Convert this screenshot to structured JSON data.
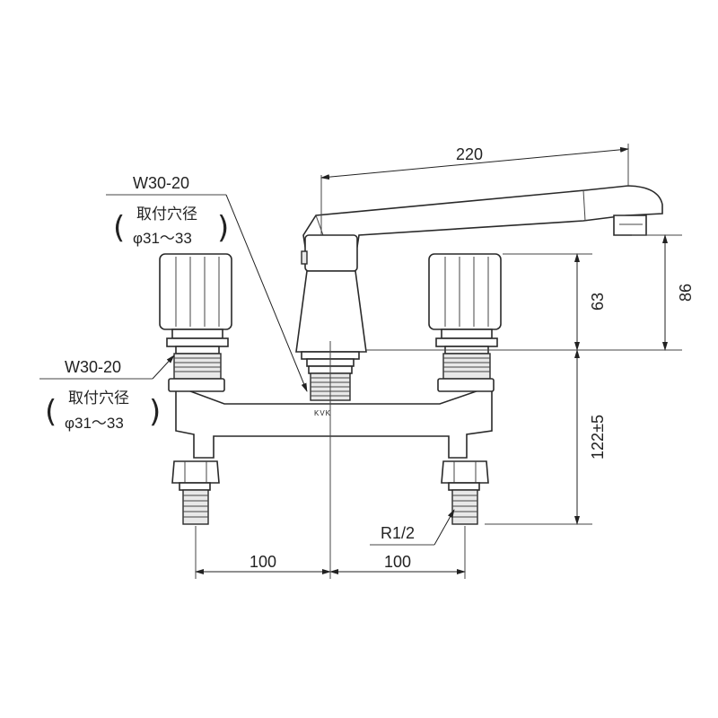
{
  "dimensions": {
    "spout_length": "220",
    "spout_height": "86",
    "handle_height": "63",
    "body_height": "122±5",
    "left_spacing": "100",
    "right_spacing": "100"
  },
  "callouts": {
    "upper_left": {
      "size": "W30-20",
      "mount_label": "取付穴径",
      "hole_range": "φ31～33"
    },
    "lower_left": {
      "size": "W30-20",
      "mount_label": "取付穴径",
      "hole_range": "φ31～33"
    },
    "pipe_thread": "R1/2"
  },
  "brand_mark": "KVK"
}
